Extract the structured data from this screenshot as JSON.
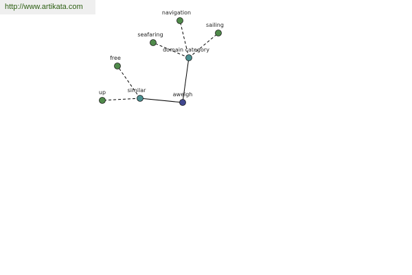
{
  "header": {
    "url_text": "http://www.artikata.com"
  },
  "colors": {
    "leaf_fill": "#4f8a4a",
    "mid_fill": "#4a8f90",
    "root_fill": "#40478f",
    "node_stroke": "#1a1a1a",
    "edge": "#000000",
    "url_text": "#2c5f12",
    "url_bg": "#efefef"
  },
  "graph": {
    "nodes": [
      {
        "id": "aweigh",
        "label": "aweigh",
        "kind": "root"
      },
      {
        "id": "similar",
        "label": "similar",
        "kind": "relation"
      },
      {
        "id": "domain-category",
        "label": "domain category",
        "kind": "relation"
      },
      {
        "id": "up",
        "label": "up",
        "kind": "leaf"
      },
      {
        "id": "free",
        "label": "free",
        "kind": "leaf"
      },
      {
        "id": "seafaring",
        "label": "seafaring",
        "kind": "leaf"
      },
      {
        "id": "navigation",
        "label": "navigation",
        "kind": "leaf"
      },
      {
        "id": "sailing",
        "label": "sailing",
        "kind": "leaf"
      }
    ],
    "edges": [
      {
        "from": "aweigh",
        "to": "similar",
        "style": "solid"
      },
      {
        "from": "aweigh",
        "to": "domain-category",
        "style": "solid"
      },
      {
        "from": "similar",
        "to": "up",
        "style": "dashed"
      },
      {
        "from": "similar",
        "to": "free",
        "style": "dashed"
      },
      {
        "from": "domain-category",
        "to": "seafaring",
        "style": "dashed"
      },
      {
        "from": "domain-category",
        "to": "navigation",
        "style": "dashed"
      },
      {
        "from": "domain-category",
        "to": "sailing",
        "style": "dashed"
      }
    ]
  }
}
